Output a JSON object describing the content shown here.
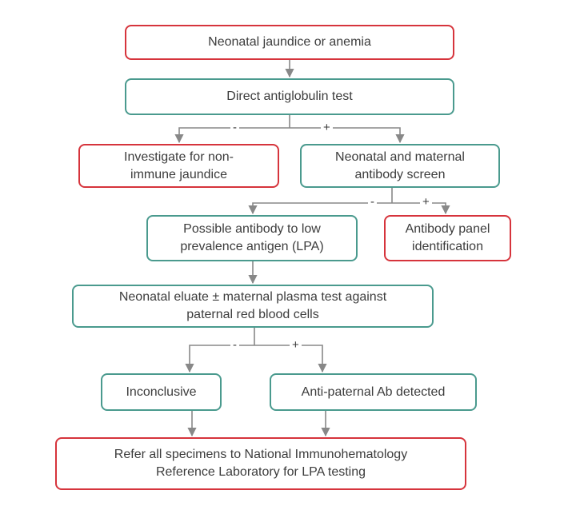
{
  "colors": {
    "red_border": "#d6343c",
    "teal_border": "#4a9a8e",
    "connector": "#888888"
  },
  "nodes": {
    "start": {
      "line1": "Neonatal jaundice or anemia"
    },
    "dat": {
      "line1": "Direct antiglobulin test"
    },
    "non_immune": {
      "line1": "Investigate for non-",
      "line2": "immune jaundice"
    },
    "antibody_screen": {
      "line1": "Neonatal and maternal",
      "line2": "antibody screen"
    },
    "possible_lpa": {
      "line1": "Possible antibody to low",
      "line2": "prevalence antigen (LPA)"
    },
    "panel_id": {
      "line1": "Antibody panel",
      "line2": "identification"
    },
    "eluate_test": {
      "line1": "Neonatal eluate ± maternal plasma test against",
      "line2": "paternal red blood cells"
    },
    "inconclusive": {
      "line1": "Inconclusive"
    },
    "anti_paternal": {
      "line1": "Anti-paternal Ab detected"
    },
    "refer": {
      "line1": "Refer all specimens to National Immunohematology",
      "line2": "Reference Laboratory for LPA testing"
    }
  },
  "branch_labels": {
    "negative": "-",
    "positive": "+"
  }
}
